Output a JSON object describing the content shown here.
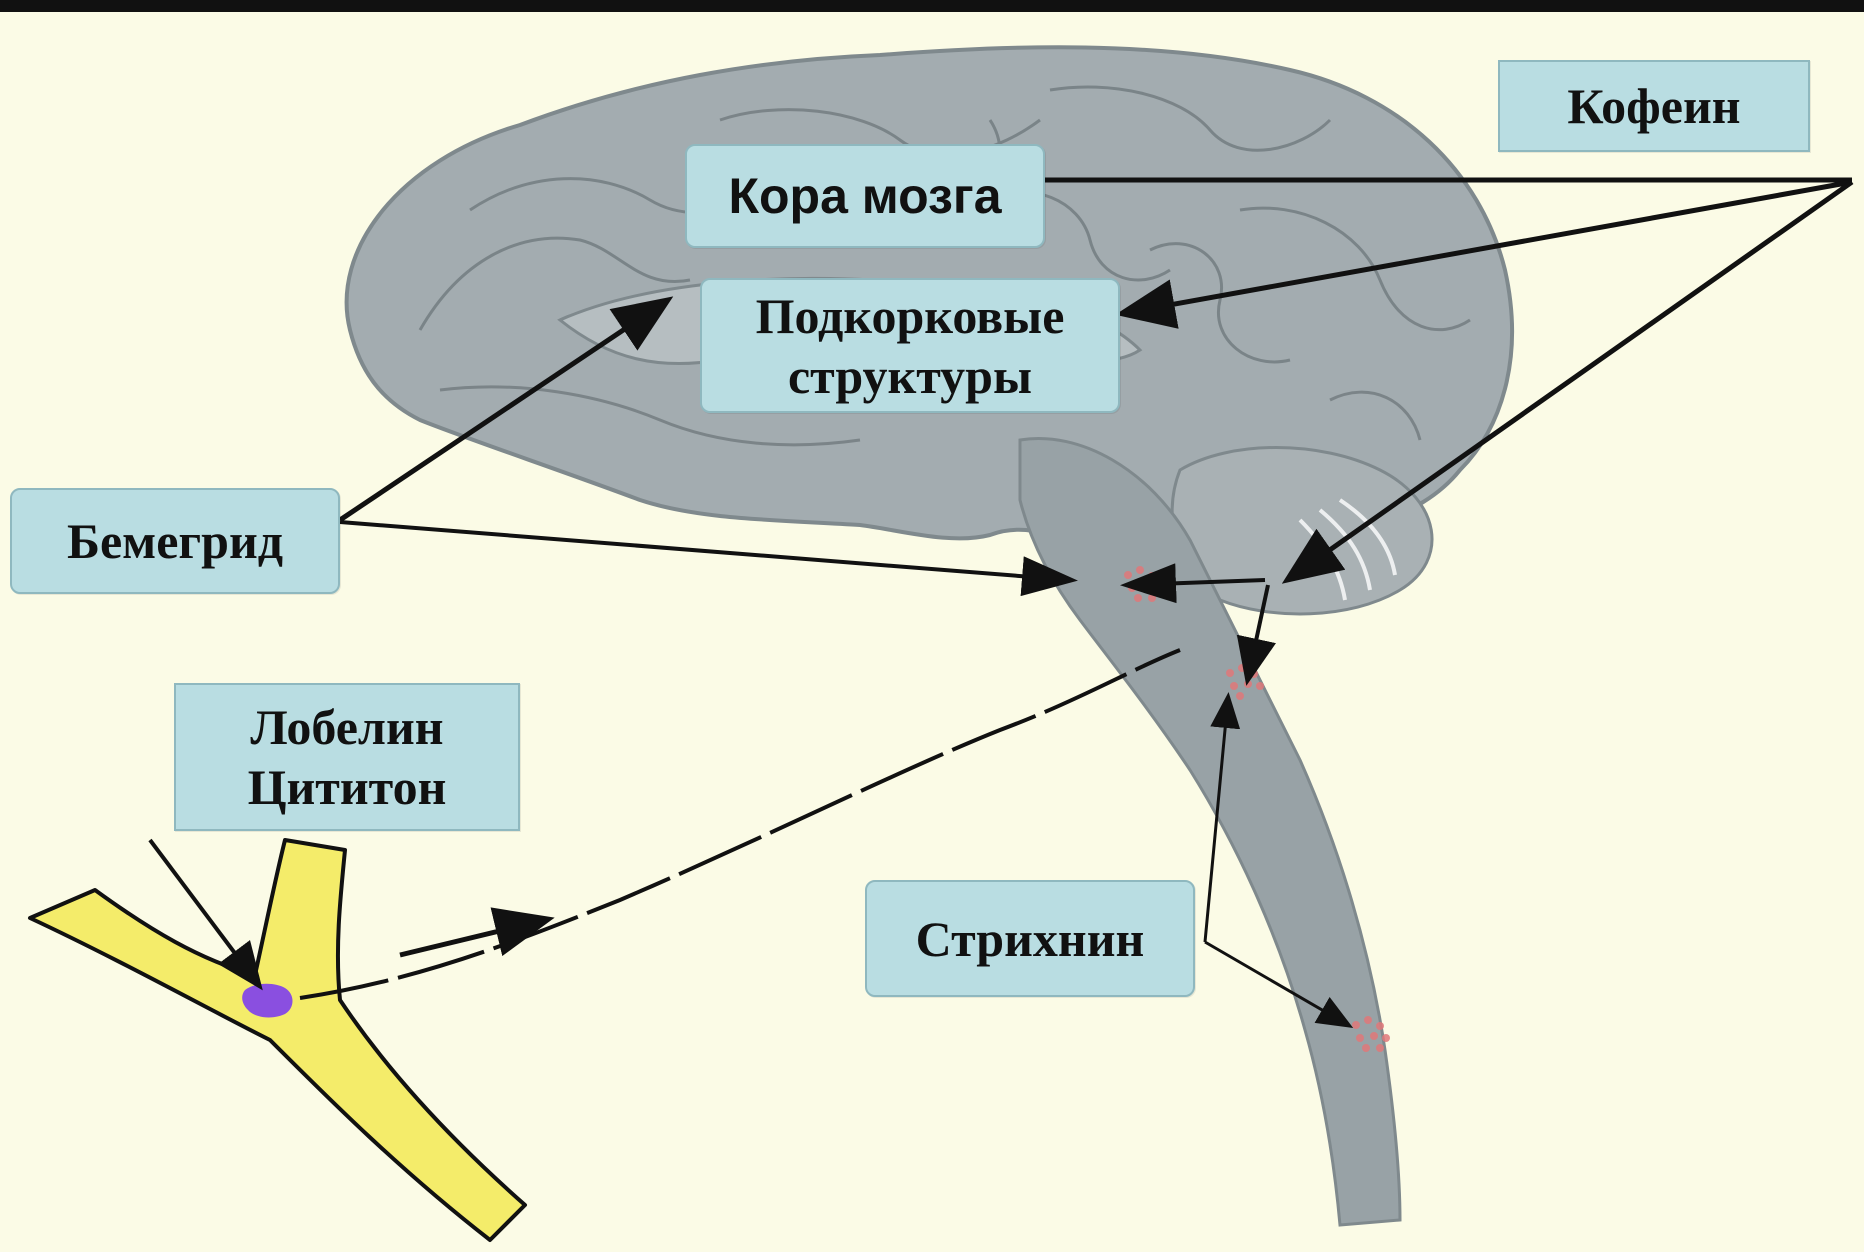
{
  "labels": {
    "caffeine": "Кофеин",
    "cortex": "Кора мозга",
    "subcortical_line1": "Подкорковые",
    "subcortical_line2": "структуры",
    "bemegride": "Бемегрид",
    "lobeline": "Лобелин",
    "cytiton": "Цититон",
    "strychnine": "Стрихнин"
  },
  "colors": {
    "background": "#fbfbe6",
    "brain": "#a3acb0",
    "brainstem": "#98a2a6",
    "label_fill": "#b9dde2",
    "carotid": "#f4ec6a",
    "carotid_body": "#8a4fe0",
    "target_dots": "#e0787a",
    "arrow": "#111111"
  }
}
